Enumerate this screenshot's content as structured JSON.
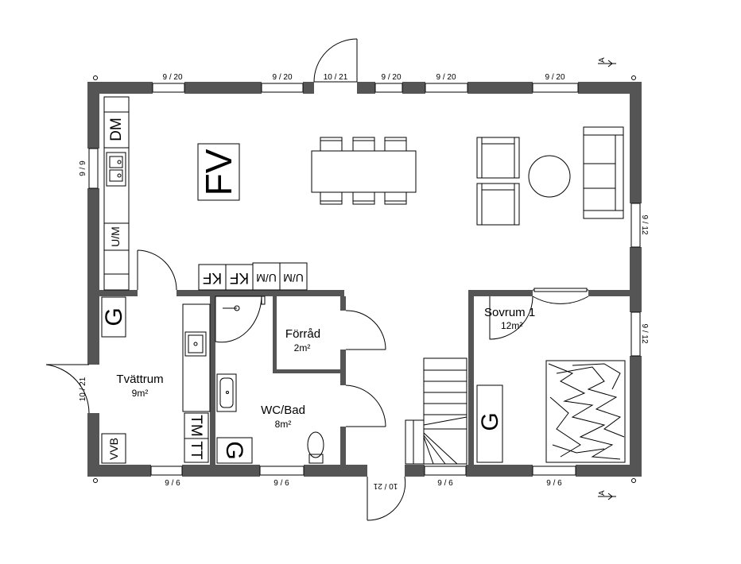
{
  "rooms": {
    "sovrum": {
      "name": "Sovrum 1",
      "area": "12m²"
    },
    "forrad": {
      "name": "Förråd",
      "area": "2m²"
    },
    "tvattrum": {
      "name": "Tvättrum",
      "area": "9m²"
    },
    "wcbad": {
      "name": "WC/Bad",
      "area": "8m²"
    }
  },
  "dimensions": {
    "top": [
      "9 / 20",
      "9 / 20",
      "10 / 21",
      "9 / 20",
      "9 / 20",
      "9 / 20"
    ],
    "bottom": [
      "9 / 6",
      "9 / 6",
      "10 / 21",
      "9 / 6",
      "9 / 6"
    ],
    "left": [
      "9 / 9",
      "10 / 21"
    ],
    "right": [
      "9 / 12",
      "9 / 12"
    ]
  },
  "symbols": {
    "fv": "FV",
    "dm": "DM",
    "um_kitchen": "U/M",
    "kf1": "KF",
    "kf2": "KF",
    "um_bottom": "U/M",
    "um_bottom2": "U/M",
    "g_tvatt": "G",
    "g_bad": "G",
    "g_sovrum": "G",
    "tm": "TM",
    "tt": "TT",
    "vvb": "VVB"
  },
  "section_marker": "A"
}
